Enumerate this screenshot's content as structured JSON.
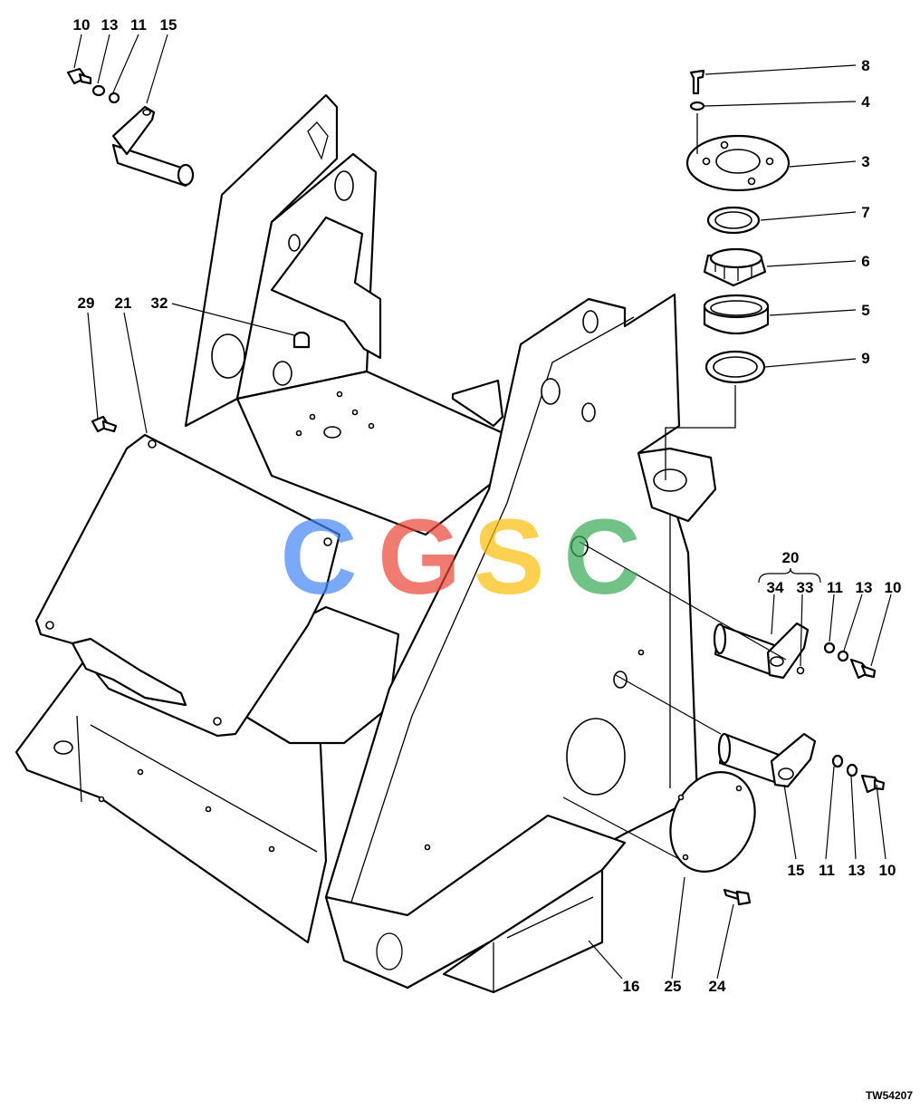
{
  "figure_id": "TW54207",
  "watermark": {
    "letters": [
      "C",
      "G",
      "S",
      "C"
    ],
    "colors": [
      "#4285F4",
      "#EA4335",
      "#FBBC05",
      "#34A853"
    ],
    "opacity": 0.7
  },
  "callouts": {
    "top_left": [
      "10",
      "13",
      "11",
      "15"
    ],
    "left": [
      "29",
      "21",
      "32"
    ],
    "bearing_stack": [
      "8",
      "4",
      "3",
      "7",
      "6",
      "5",
      "9"
    ],
    "pin_group": {
      "group": "20",
      "items": [
        "34",
        "33",
        "11",
        "13",
        "10"
      ]
    },
    "lower_right": [
      "15",
      "11",
      "13",
      "10"
    ],
    "bottom": [
      "16",
      "25",
      "24"
    ]
  },
  "colors": {
    "line": "#000000",
    "background": "#ffffff"
  }
}
